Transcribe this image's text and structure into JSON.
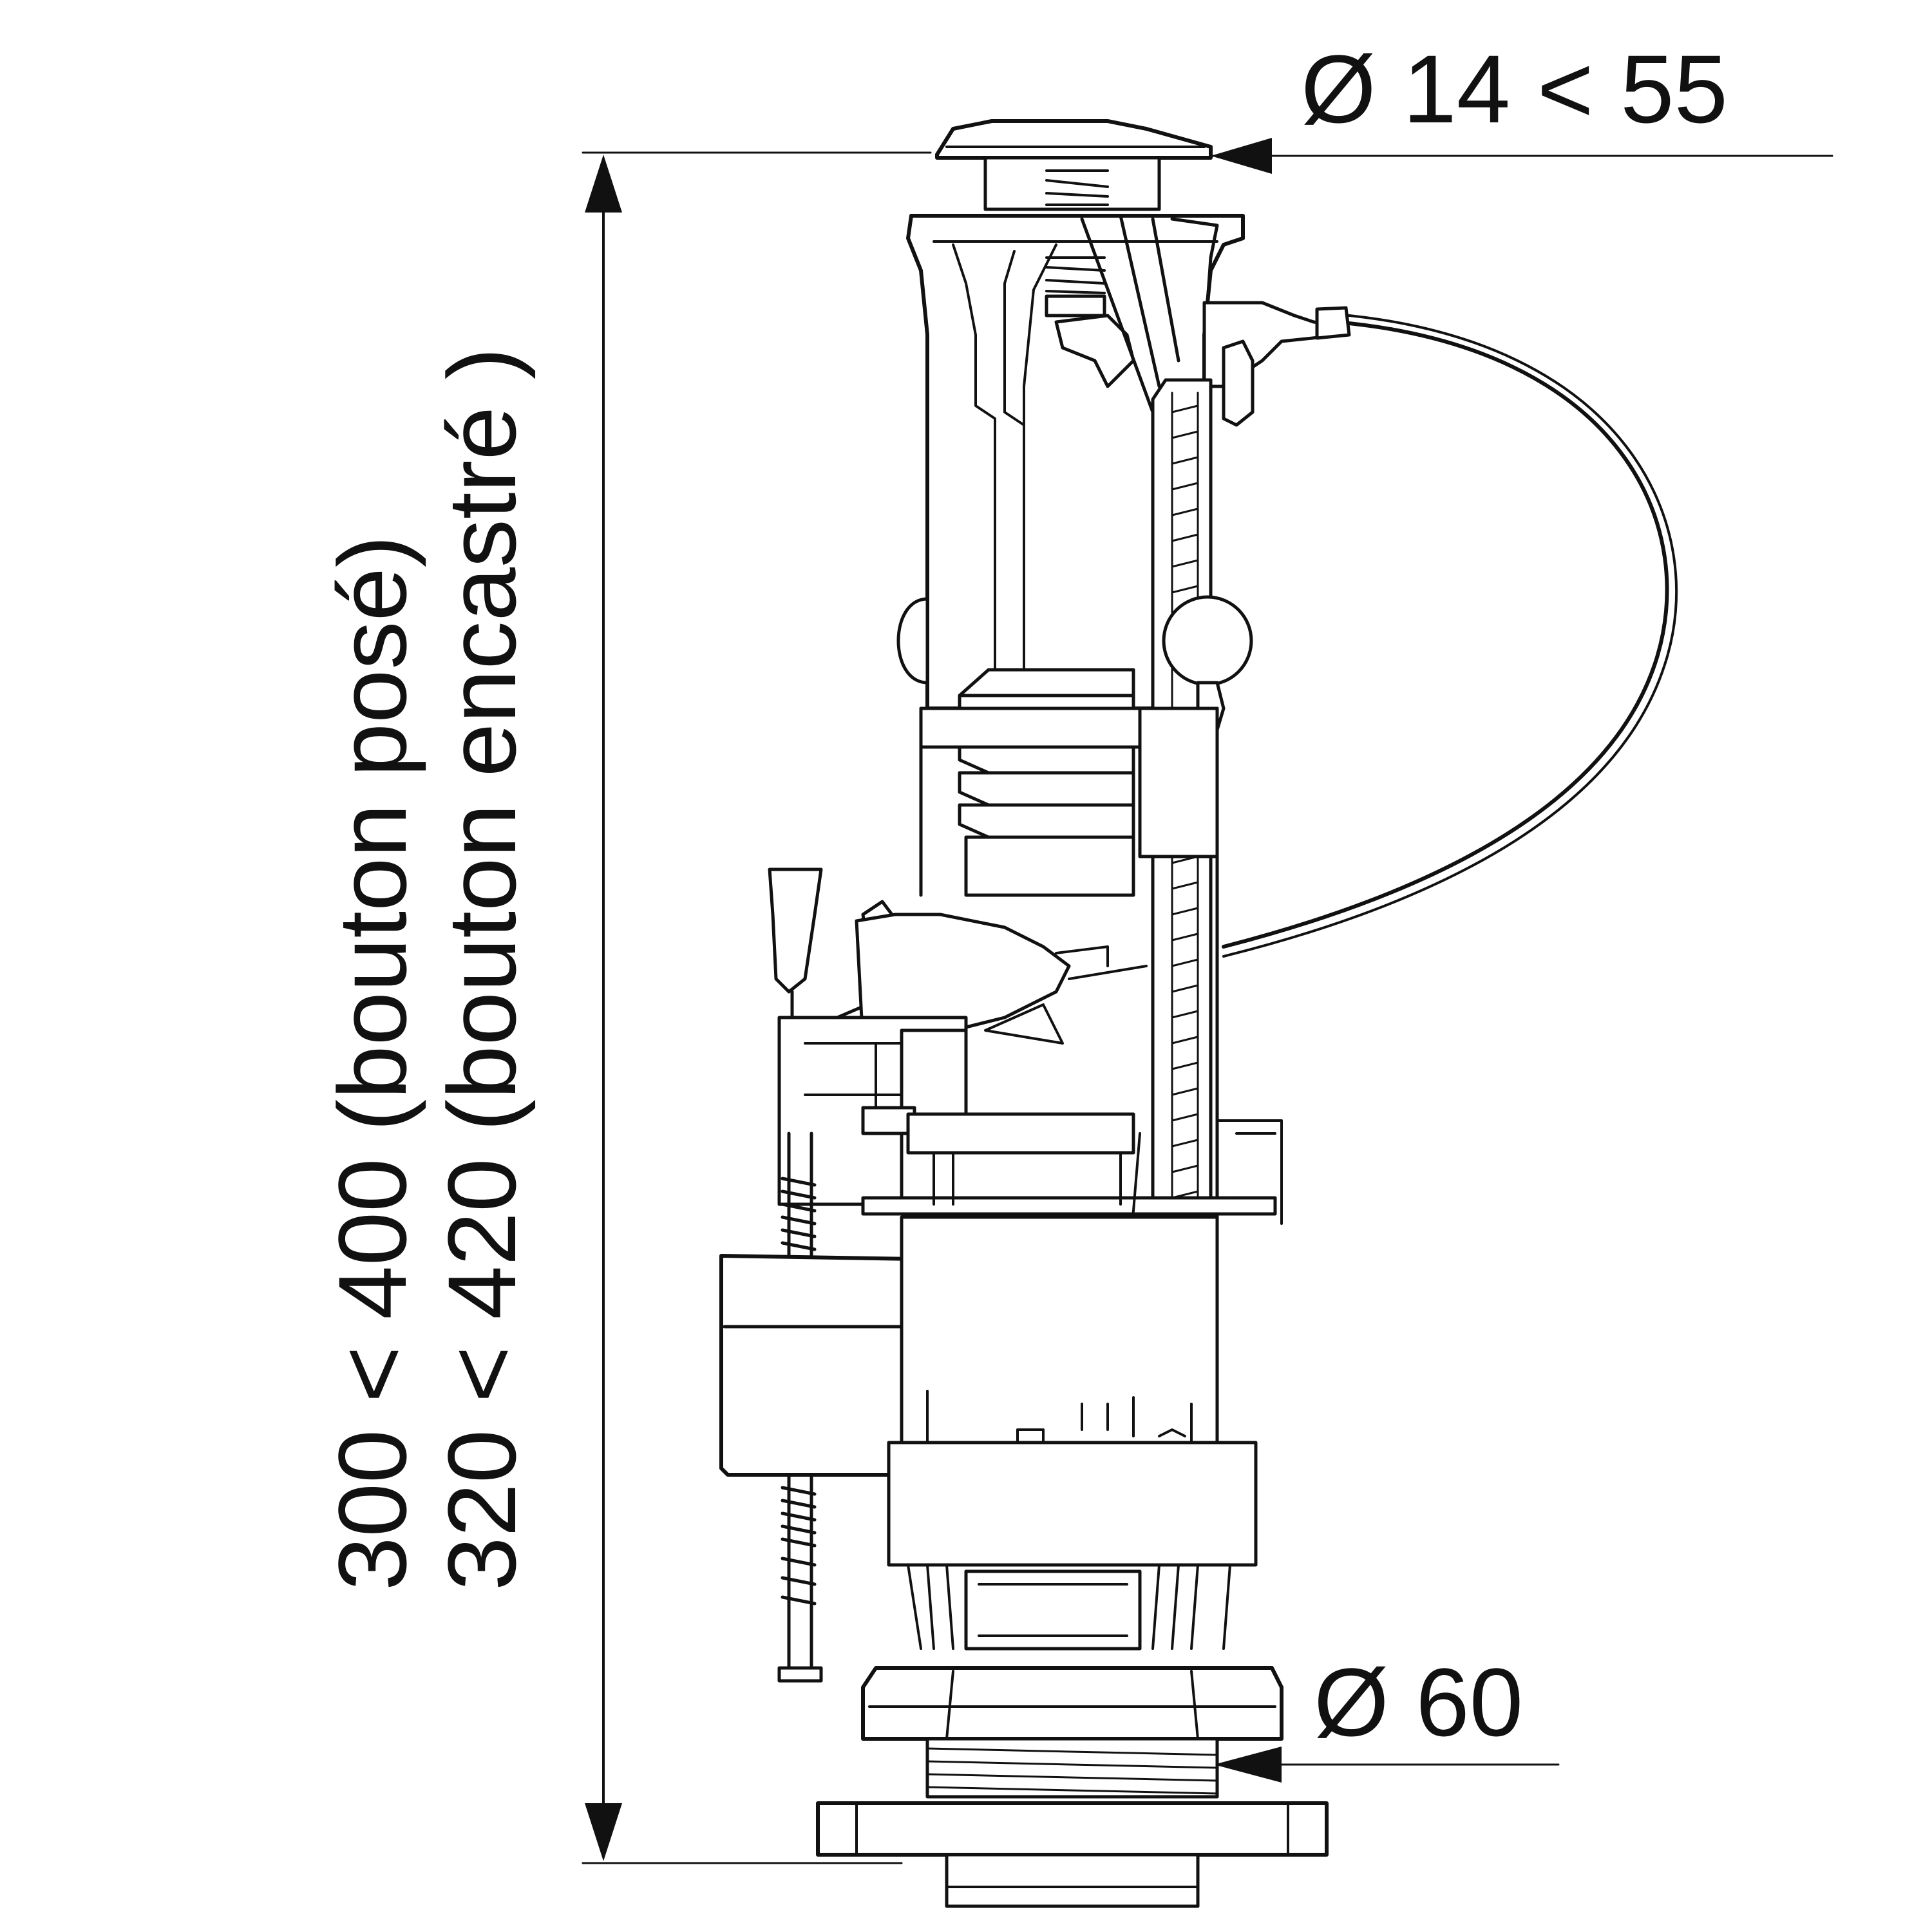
{
  "dimensions": {
    "top_diameter": "Ø 14 < 55",
    "outlet_diameter": "Ø 60",
    "height_surface_button": "300 < 400 (bouton posé)",
    "height_recessed_button": "320 < 420 (bouton encastré )"
  },
  "colors": {
    "line": "#111111",
    "background": "#ffffff"
  }
}
